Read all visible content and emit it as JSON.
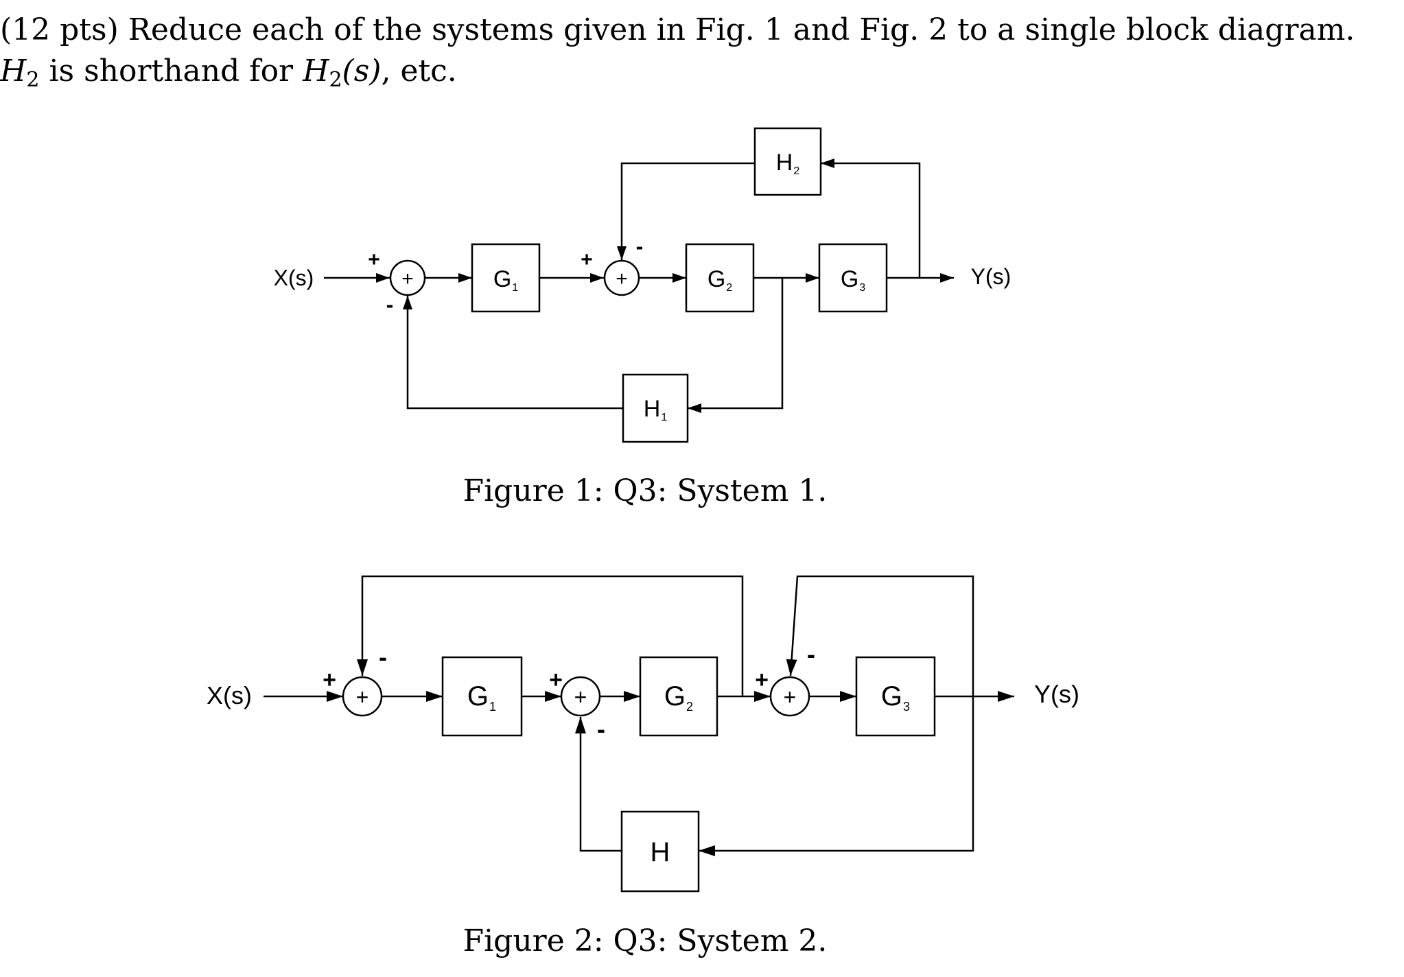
{
  "problem": {
    "prefix": "(12 pts) Reduce each of the systems given in Fig. 1 and Fig. 2 to a single block diagram. ",
    "sym": "H",
    "sub": "2",
    "middle": " is shorthand for ",
    "sym2": "H",
    "sub2": "2",
    "arg": "(s)",
    "suffix": ", etc."
  },
  "figure1": {
    "caption": "Figure 1: Q3: System 1.",
    "input": "X(s)",
    "output": "Y(s)",
    "blocks": {
      "G1": {
        "base": "G",
        "sub": "1"
      },
      "G2": {
        "base": "G",
        "sub": "2"
      },
      "G3": {
        "base": "G",
        "sub": "3"
      },
      "H1": {
        "base": "H",
        "sub": "1"
      },
      "H2": {
        "base": "H",
        "sub": "2"
      }
    },
    "sum_symbol": "+",
    "signs": {
      "s1_in": "+",
      "s1_fb": "-",
      "s2_in": "+",
      "s2_fb": "-"
    }
  },
  "figure2": {
    "caption": "Figure 2: Q3: System 2.",
    "input": "X(s)",
    "output": "Y(s)",
    "blocks": {
      "G1": {
        "base": "G",
        "sub": "1"
      },
      "G2": {
        "base": "G",
        "sub": "2"
      },
      "G3": {
        "base": "G",
        "sub": "3"
      },
      "H": {
        "base": "H"
      }
    },
    "sum_symbol": "+",
    "signs": {
      "s1_in": "+",
      "s1_fb": "-",
      "s2_in": "+",
      "s2_fb": "-",
      "s3_in": "+",
      "s3_fb": "-"
    }
  }
}
